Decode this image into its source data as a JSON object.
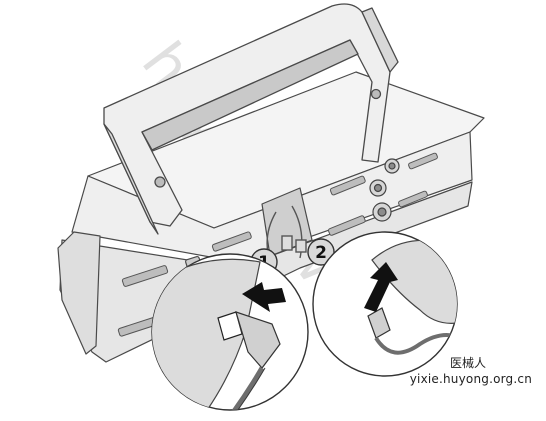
{
  "callouts": {
    "step1": "1",
    "step2": "2"
  },
  "watermark": {
    "text": "huyong.w"
  },
  "credits": {
    "name": "医械人",
    "url": "yixie.huyong.org.cn"
  },
  "colors": {
    "line": "#4a4a4a",
    "body_fill": "#f1f1f1",
    "shade": "#dcdcdc",
    "dark_fill": "#b9b9b9",
    "arrow": "#111111",
    "callout_fill": "#d9d9d9",
    "cable": "#6e6e6e"
  },
  "icons": {
    "arrow_left": "push-arrow-icon",
    "arrow_up": "pull-arrow-icon"
  }
}
